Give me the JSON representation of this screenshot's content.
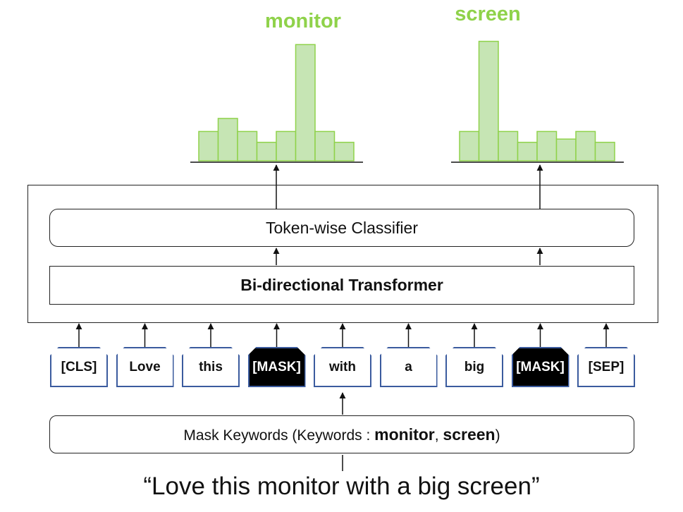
{
  "histograms": [
    {
      "label": "monitor",
      "bars": [
        2.7,
        3.9,
        2.7,
        1.7,
        2.7,
        10.7,
        2.7,
        1.7
      ],
      "peak_index": 5
    },
    {
      "label": "screen",
      "bars": [
        2.7,
        11.0,
        2.7,
        1.7,
        2.7,
        2.0,
        2.7,
        1.7
      ],
      "peak_index": 1
    }
  ],
  "classifier_label": "Token-wise Classifier",
  "transformer_label": "Bi-directional Transformer",
  "tokens": [
    {
      "text": "[CLS]",
      "masked": false
    },
    {
      "text": "Love",
      "masked": false
    },
    {
      "text": "this",
      "masked": false
    },
    {
      "text": "[MASK]",
      "masked": true
    },
    {
      "text": "with",
      "masked": false
    },
    {
      "text": "a",
      "masked": false
    },
    {
      "text": "big",
      "masked": false
    },
    {
      "text": "[MASK]",
      "masked": true
    },
    {
      "text": "[SEP]",
      "masked": false
    }
  ],
  "mask_box": {
    "prefix": "Mask Keywords (Keywords : ",
    "kw1": "monitor",
    "sep": ", ",
    "kw2": "screen",
    "suffix": ")"
  },
  "caption": "“Love this monitor with a big screen”",
  "colors": {
    "bar_fill": "#c6e5b4",
    "bar_stroke": "#8fd24a",
    "token_border": "#3b5b9e"
  }
}
